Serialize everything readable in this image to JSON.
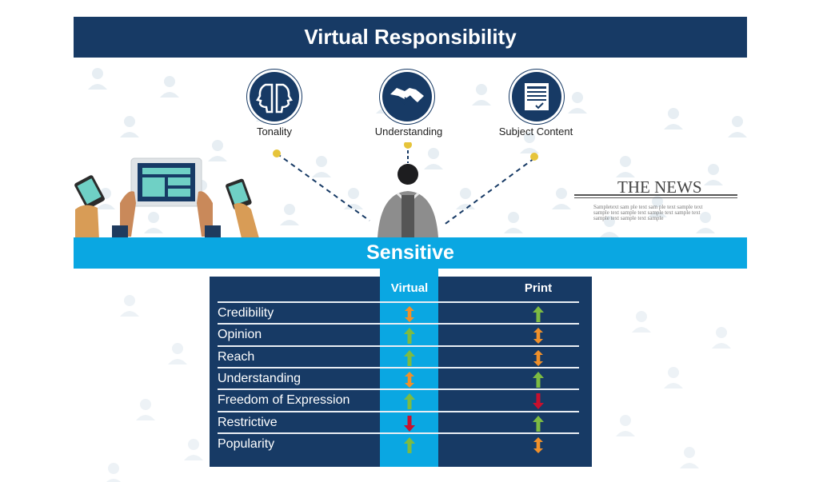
{
  "title": "Virtual Responsibility",
  "icons": [
    {
      "label": "Tonality",
      "icon": "faces-profile-icon"
    },
    {
      "label": "Understanding",
      "icon": "handshake-icon"
    },
    {
      "label": "Subject Content",
      "icon": "document-icon"
    }
  ],
  "news": {
    "title": "THE NEWS",
    "sample": "Sampletext sam ple text sam ple text sample text sample text  sample text  sample text sample text sample text sample text sample"
  },
  "sensitive_label": "Sensitive",
  "table": {
    "columns": [
      "Virtual",
      "Print"
    ],
    "rows": [
      {
        "label": "Credibility",
        "virtual": "both",
        "print": "up"
      },
      {
        "label": "Opinion",
        "virtual": "up",
        "print": "both"
      },
      {
        "label": "Reach",
        "virtual": "up",
        "print": "both"
      },
      {
        "label": "Understanding",
        "virtual": "both",
        "print": "up"
      },
      {
        "label": "Freedom of Expression",
        "virtual": "up",
        "print": "down"
      },
      {
        "label": "Restrictive",
        "virtual": "down",
        "print": "up"
      },
      {
        "label": "Popularity",
        "virtual": "up",
        "print": "both"
      }
    ]
  },
  "colors": {
    "navy": "#173a65",
    "sky": "#0aa7e2",
    "up_arrow": "#7dbb42",
    "down_arrow": "#c8102e",
    "both_arrow": "#f0902a",
    "dot": "#e6c43a"
  }
}
